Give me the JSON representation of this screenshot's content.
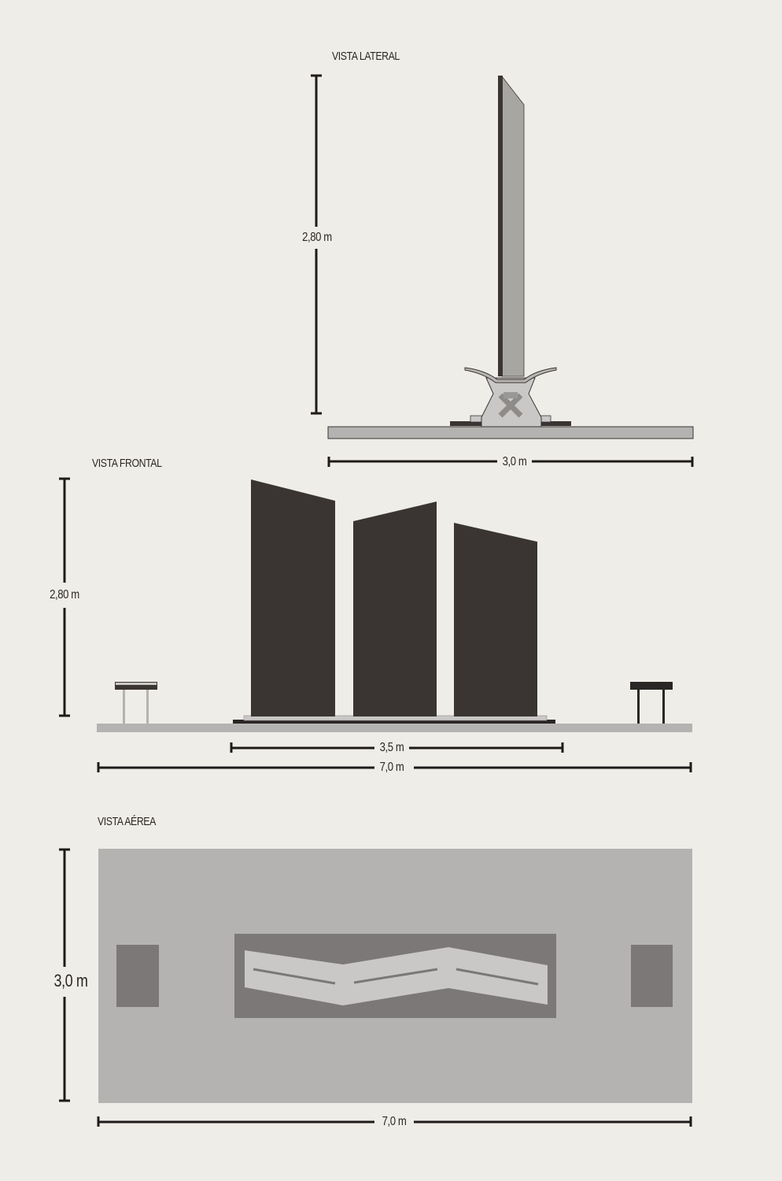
{
  "views": {
    "lateral": {
      "title": "VISTA LATERAL",
      "height_label": "2,80 m",
      "width_label": "3,0 m"
    },
    "frontal": {
      "title": "VISTA FRONTAL",
      "height_label": "2,80 m",
      "inner_width_label": "3,5 m",
      "outer_width_label": "7,0 m"
    },
    "aerea": {
      "title": "VISTA AÉREA",
      "height_label": "3,0 m",
      "width_label": "7,0 m"
    }
  },
  "colors": {
    "background": "#efede8",
    "panel_dark": "#3a3533",
    "panel_light": "#a8a6a3",
    "ground": "#b4b3b1",
    "aerial_inner": "#7b7877",
    "aerial_panels": "#c9c8c6",
    "line": "#1f1b1a"
  }
}
